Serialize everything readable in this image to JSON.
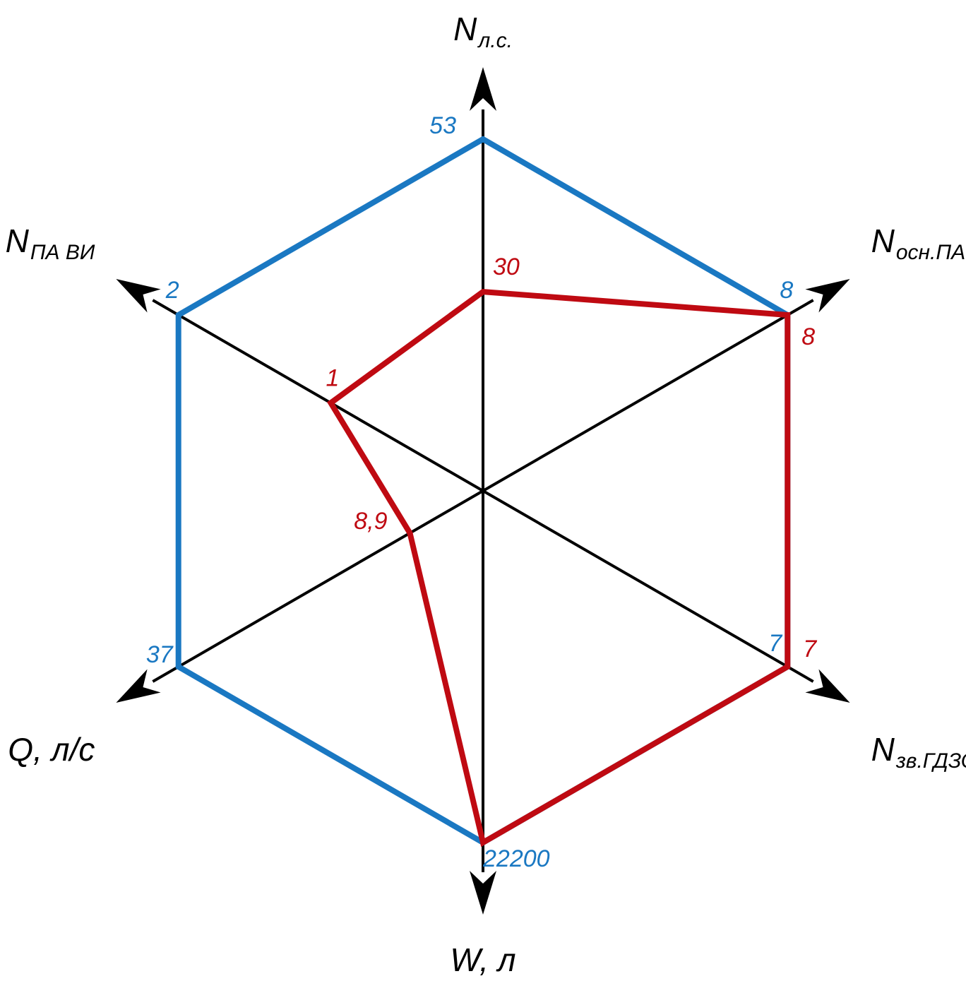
{
  "chart_data": {
    "type": "radar",
    "axes": [
      {
        "id": "n_ls",
        "main": "N",
        "sub": "л.с.",
        "label": "N л.с."
      },
      {
        "id": "n_osn_pa",
        "main": "N",
        "sub": "осн.ПА",
        "label": "N осн.ПА"
      },
      {
        "id": "n_zv_gdzs",
        "main": "N",
        "sub": "зв.ГДЗС",
        "label": "N зв.ГДЗС"
      },
      {
        "id": "w",
        "main": "W, л",
        "sub": "",
        "label": "W, л"
      },
      {
        "id": "q",
        "main": "Q, л/с",
        "sub": "",
        "label": "Q, л/с"
      },
      {
        "id": "n_pa_vi",
        "main": "N",
        "sub": "ПА ВИ",
        "label": "N ПА ВИ"
      }
    ],
    "series": [
      {
        "color": "#1a78c2",
        "values": [
          53,
          8,
          7,
          22200,
          37,
          2
        ],
        "value_labels": [
          "53",
          "8",
          "7",
          "22200",
          "37",
          "2"
        ],
        "normalized": [
          1,
          1,
          1,
          1,
          1,
          1
        ]
      },
      {
        "color": "#bf0a12",
        "values": [
          30,
          8,
          7,
          22200,
          8.9,
          1
        ],
        "value_labels": [
          "30",
          "8",
          "7",
          "",
          "8,9",
          "1"
        ],
        "normalized": [
          0.566,
          1,
          1,
          1,
          0.24,
          0.5
        ]
      }
    ],
    "grid": false,
    "legend": "none"
  }
}
